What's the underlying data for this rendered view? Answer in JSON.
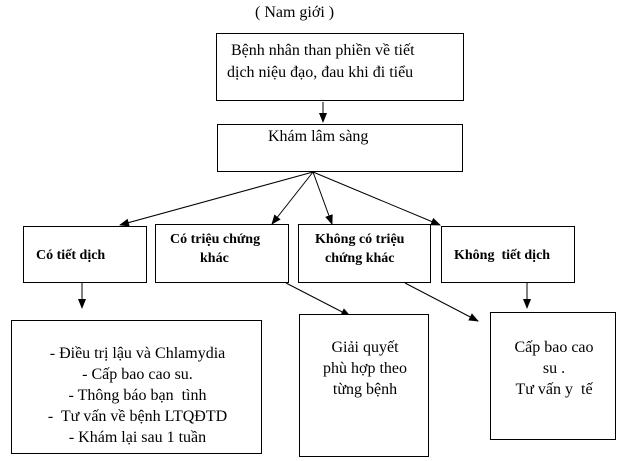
{
  "header": "( Nam giới )",
  "nodes": {
    "complaint": [
      "Bệnh nhân than phiền về tiết",
      "dịch niệu đạo, đau khi đi tiểu"
    ],
    "exam": "Khám lâm sàng",
    "discharge": "Có tiết dịch",
    "other_symptoms": [
      "Có triệu chứng",
      "khác"
    ],
    "no_discharge_other": [
      "Không có triệu",
      "chứng khác"
    ],
    "no_discharge": "Không  tiết dịch",
    "treatment": [
      "- Điều trị lậu và Chlamydia",
      "- Cấp bao cao su.",
      "- Thông báo bạn  tình",
      "-  Tư vấn về bệnh LTQĐTD",
      "- Khám lại sau 1 tuần"
    ],
    "resolve": [
      "Giải quyết",
      "phù hợp theo",
      "từng bệnh"
    ],
    "counsel": [
      "Cấp bao cao",
      "su .",
      "Tư vấn y  tế"
    ]
  }
}
